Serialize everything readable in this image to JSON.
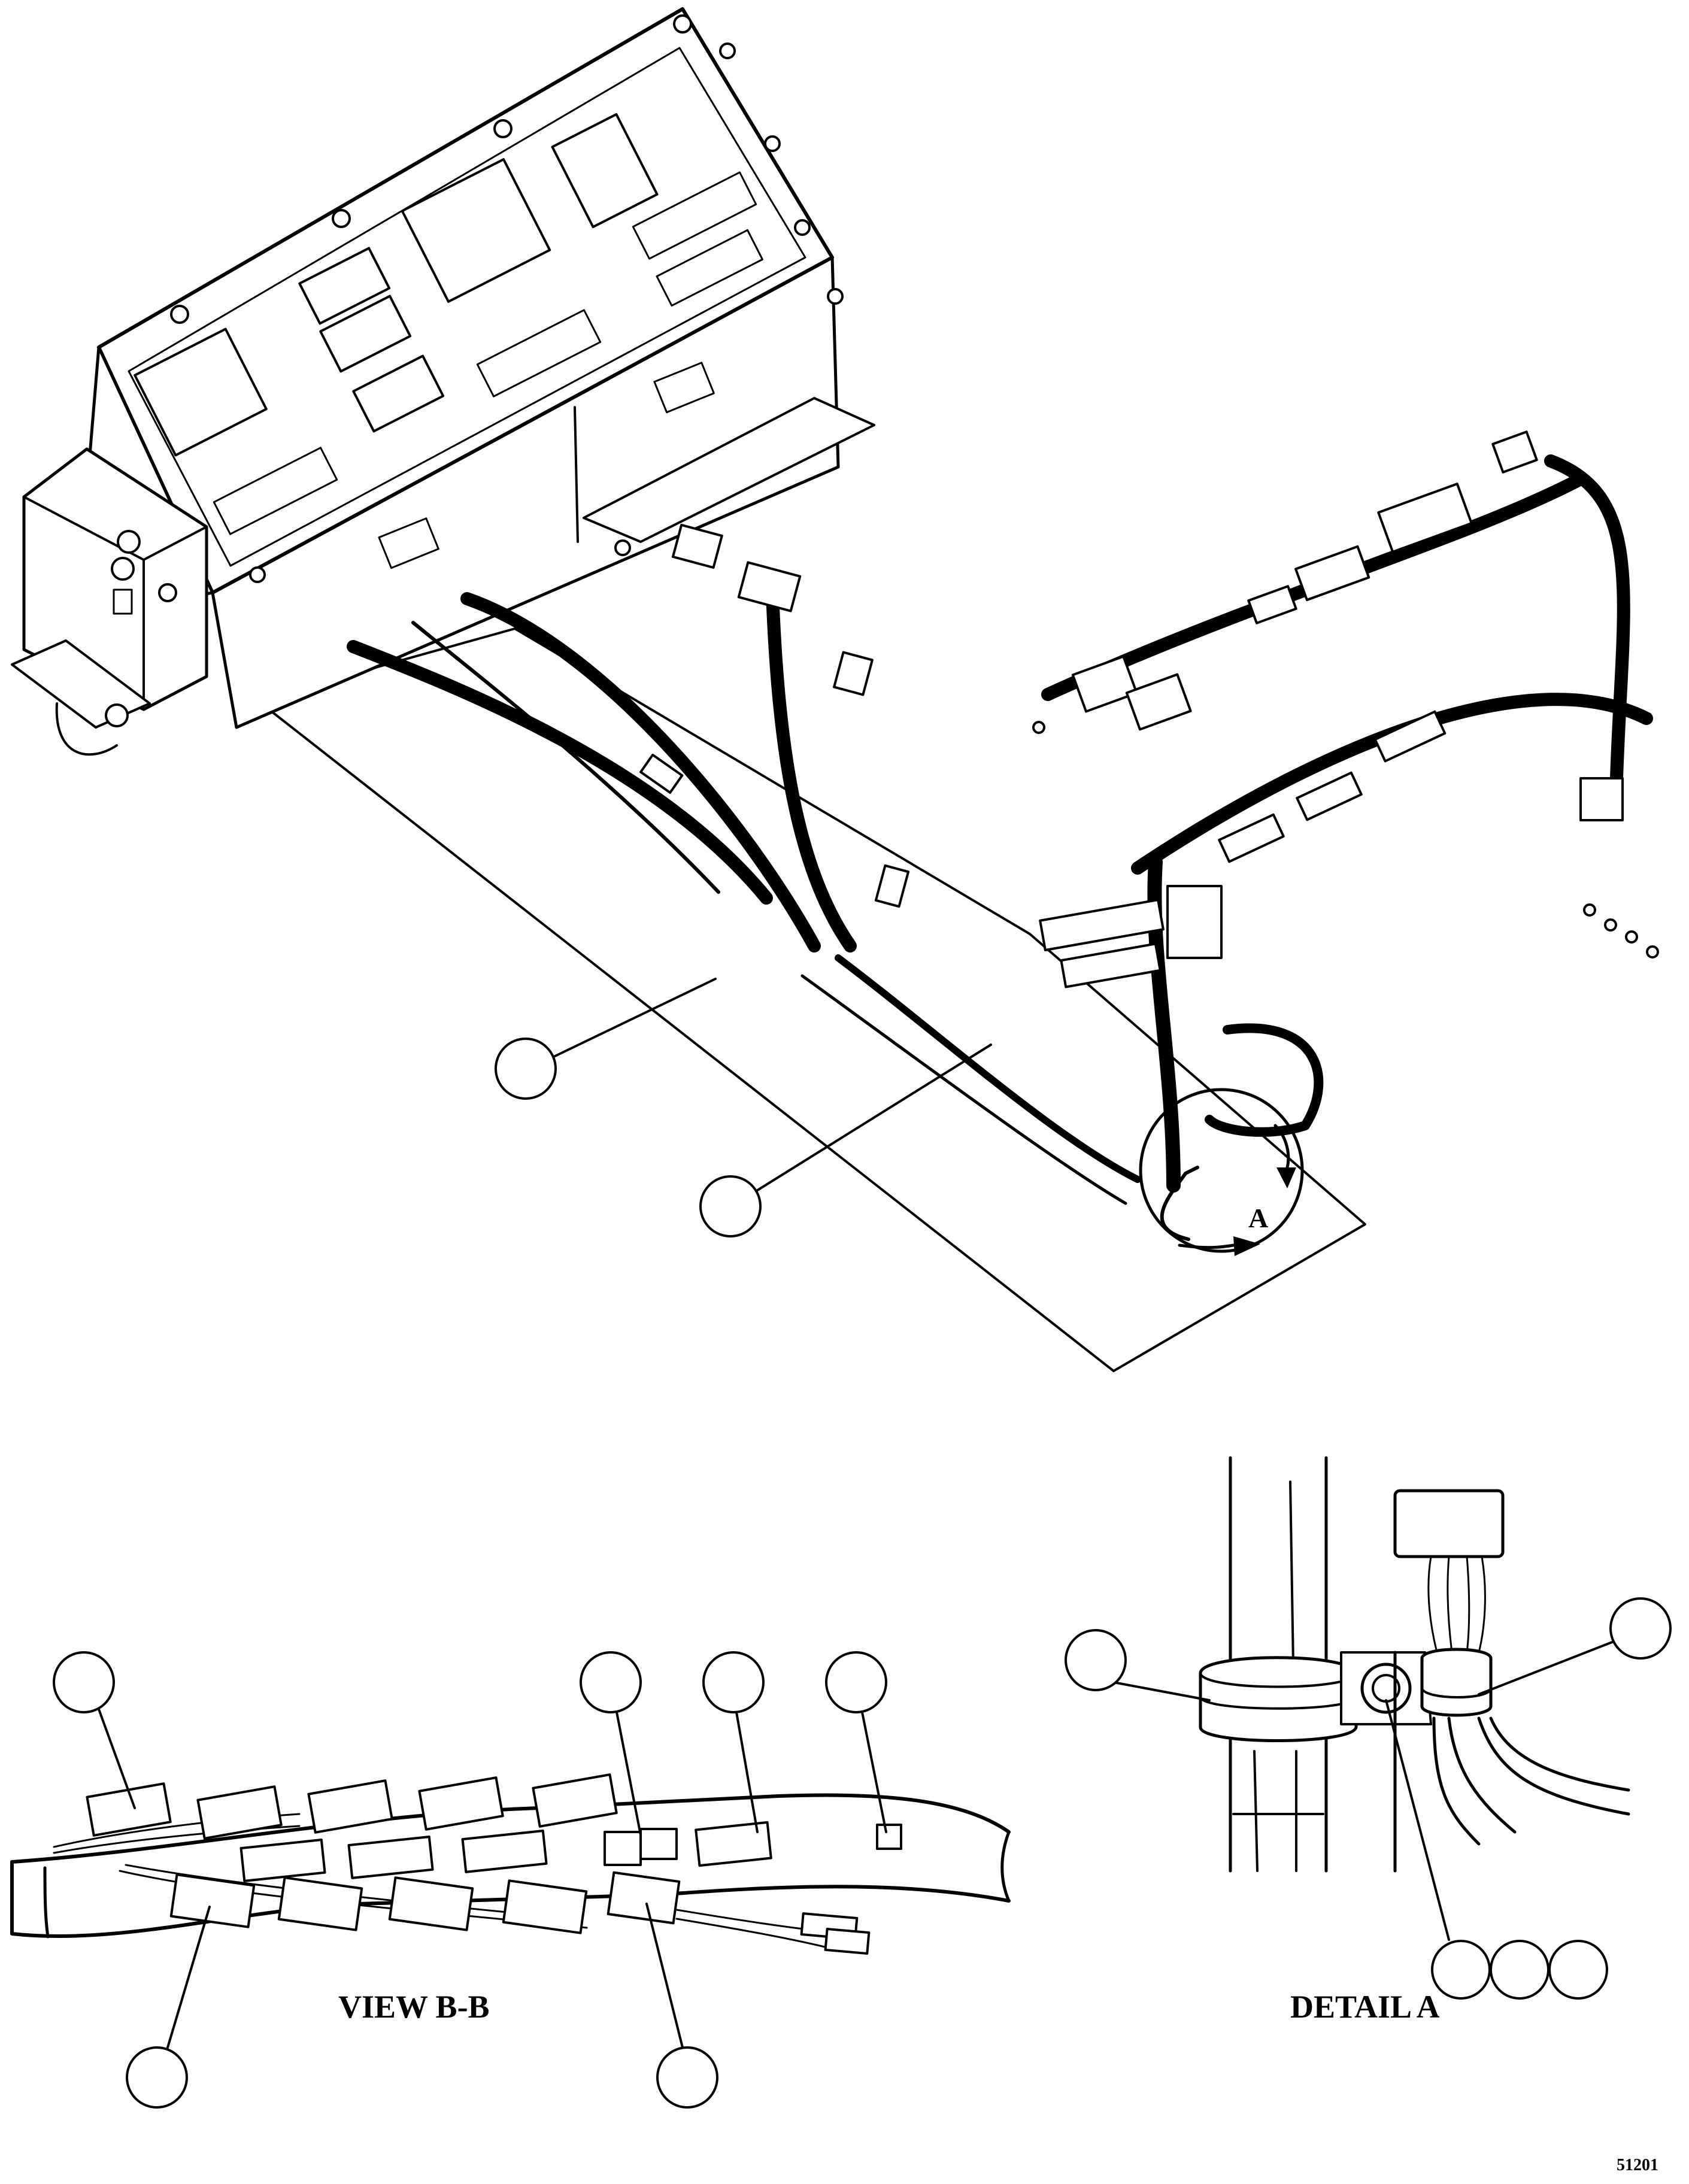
{
  "labels": {
    "view_b_b": "VIEW B-B",
    "detail_a": "DETAIL A",
    "detail_marker": "A",
    "figure_number": "51201"
  },
  "balloons": {
    "main_1": "",
    "main_2": "",
    "view_top_1": "",
    "view_top_2": "",
    "view_top_3": "",
    "view_top_4": "",
    "view_bottom_1": "",
    "view_bottom_2": "",
    "detail_left": "",
    "detail_right": "",
    "detail_bottom_1": "",
    "detail_bottom_2": "",
    "detail_bottom_3": ""
  },
  "colors": {
    "line": "#000000",
    "background": "#ffffff"
  }
}
